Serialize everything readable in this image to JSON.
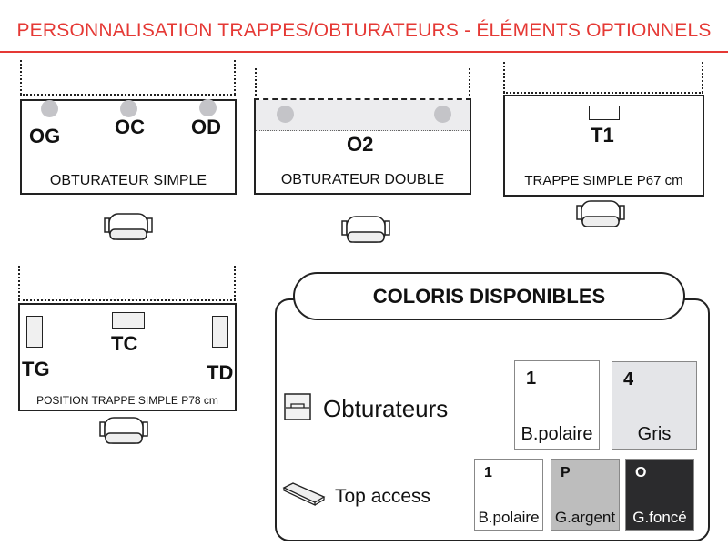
{
  "title": "PERSONNALISATION TRAPPES/OBTURATEURS - ÉLÉMENTS OPTIONNELS",
  "diagrams": {
    "simple": {
      "label": "OBTURATEUR SIMPLE",
      "codes": [
        "OG",
        "OC",
        "OD"
      ]
    },
    "double": {
      "label": "OBTURATEUR DOUBLE",
      "code": "O2"
    },
    "trappe67": {
      "label": "TRAPPE SIMPLE P67 cm",
      "code": "T1"
    },
    "trappe78": {
      "label": "POSITION TRAPPE SIMPLE P78 cm",
      "codes": [
        "TG",
        "TC",
        "TD"
      ]
    }
  },
  "coloris": {
    "title": "COLORIS DISPONIBLES",
    "obturateurs": {
      "label": "Obturateurs",
      "swatches": [
        {
          "code": "1",
          "name": "B.polaire",
          "color": "#ffffff"
        },
        {
          "code": "4",
          "name": "Gris",
          "color": "#e4e5e8"
        }
      ]
    },
    "top_access": {
      "label": "Top access",
      "swatches": [
        {
          "code": "1",
          "name": "B.polaire",
          "color": "#ffffff"
        },
        {
          "code": "P",
          "name": "G.argent",
          "color": "#bdbdbd"
        },
        {
          "code": "O",
          "name": "G.foncé",
          "color": "#2b2b2d"
        }
      ]
    }
  }
}
